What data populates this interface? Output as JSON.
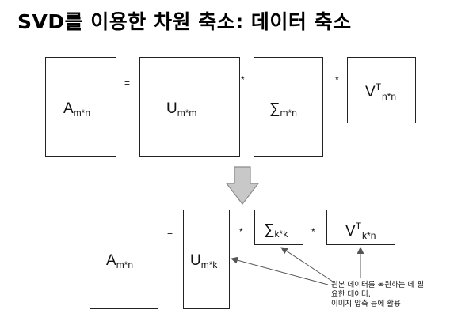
{
  "title": "SVD를 이용한 차원 축소: 데이터 축소",
  "top_row": {
    "A": {
      "base": "A",
      "sub": "m*n"
    },
    "eq": "=",
    "U": {
      "base": "U",
      "sub": "m*m"
    },
    "mul1": "*",
    "S": {
      "base": "∑",
      "sub": "m*n"
    },
    "mul2": "*",
    "V": {
      "base": "V",
      "sup": "T",
      "sub": "n*n"
    }
  },
  "bottom_row": {
    "A": {
      "base": "A",
      "sub": "m*n"
    },
    "eq": "=",
    "U": {
      "base": "U",
      "sub": "m*k"
    },
    "mul1": "*",
    "S": {
      "base": "∑",
      "sub": "k*k"
    },
    "mul2": "*",
    "V": {
      "base": "V",
      "sup": "T",
      "sub": "k*n"
    }
  },
  "annotation": {
    "lines": [
      "원본 데이터를 복원하는 데 필",
      "요한 데이터,",
      "이미지 압축 등에 활용"
    ]
  },
  "colors": {
    "arrow_fill": "#c8c8c8",
    "arrow_stroke": "#8a8a8a",
    "line": "#555555"
  }
}
